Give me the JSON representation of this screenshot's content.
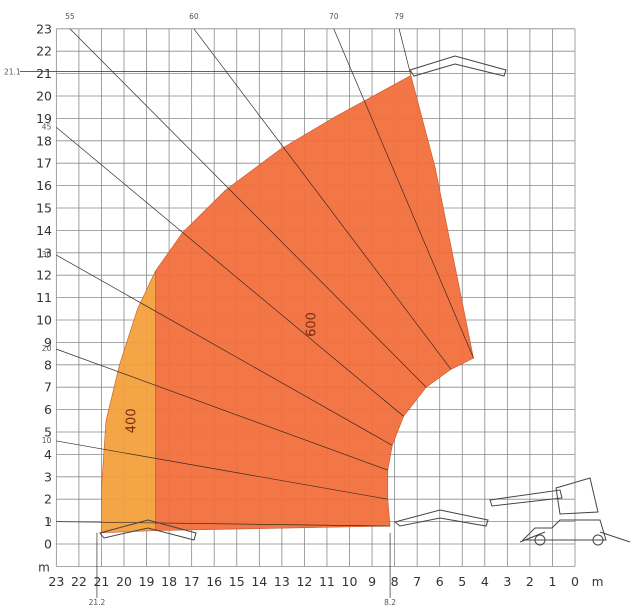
{
  "chart_data": {
    "type": "area",
    "title": "",
    "xlabel": "m",
    "ylabel": "m",
    "xlim": [
      23,
      0
    ],
    "ylim": [
      -1,
      23
    ],
    "x_reversed": true,
    "grid": true,
    "x_ticks": [
      23,
      22,
      21,
      20,
      19,
      18,
      17,
      16,
      15,
      14,
      13,
      12,
      11,
      10,
      9,
      8,
      7,
      6,
      5,
      4,
      3,
      2,
      1,
      0
    ],
    "y_ticks": [
      0,
      1,
      2,
      3,
      4,
      5,
      6,
      7,
      8,
      9,
      10,
      11,
      12,
      13,
      14,
      15,
      16,
      17,
      18,
      19,
      20,
      21,
      22,
      23
    ],
    "x_unit_label": "m",
    "y_unit_label": "m",
    "zones": [
      {
        "name": "400",
        "color": "#f3a03c",
        "outline": [
          [
            21.0,
            0.5
          ],
          [
            21.0,
            1.0
          ],
          [
            21.0,
            2.5
          ],
          [
            20.8,
            5.5
          ],
          [
            20.2,
            8.0
          ],
          [
            19.4,
            10.5
          ],
          [
            18.6,
            12.2
          ],
          [
            18.6,
            0.6
          ]
        ]
      },
      {
        "name": "600",
        "color": "#f26f3c",
        "outline": [
          [
            18.6,
            0.6
          ],
          [
            18.6,
            12.2
          ],
          [
            17.4,
            13.9
          ],
          [
            15.5,
            15.8
          ],
          [
            13.1,
            17.6
          ],
          [
            10.6,
            19.1
          ],
          [
            8.4,
            20.3
          ],
          [
            7.3,
            20.9
          ],
          [
            7.3,
            21.0
          ],
          [
            6.2,
            16.8
          ],
          [
            4.5,
            8.3
          ],
          [
            5.5,
            7.8
          ],
          [
            6.6,
            7.0
          ],
          [
            7.6,
            5.7
          ],
          [
            8.1,
            4.4
          ],
          [
            8.3,
            3.3
          ],
          [
            8.3,
            2.0
          ],
          [
            8.2,
            0.8
          ]
        ]
      }
    ],
    "angle_lines": [
      {
        "label": "79",
        "from": [
          7.3,
          21.0
        ],
        "to": [
          7.8,
          23.0
        ]
      },
      {
        "label": "70",
        "from": [
          4.5,
          8.3
        ],
        "to": [
          10.7,
          23.0
        ]
      },
      {
        "label": "60",
        "from": [
          5.5,
          7.8
        ],
        "to": [
          16.9,
          23.0
        ]
      },
      {
        "label": "55",
        "from": [
          6.6,
          7.0
        ],
        "to": [
          22.4,
          23.0
        ]
      },
      {
        "label": "45",
        "from": [
          7.6,
          5.7
        ],
        "to": [
          23.0,
          18.6
        ]
      },
      {
        "label": "30",
        "from": [
          8.1,
          4.4
        ],
        "to": [
          23.0,
          12.9
        ]
      },
      {
        "label": "20",
        "from": [
          8.3,
          3.3
        ],
        "to": [
          23.0,
          8.7
        ]
      },
      {
        "label": "10",
        "from": [
          8.3,
          2.0
        ],
        "to": [
          23.0,
          4.6
        ]
      },
      {
        "label": "0",
        "from": [
          8.2,
          0.8
        ],
        "to": [
          23.0,
          1.0
        ]
      }
    ],
    "reference_lines": [
      {
        "label": "21.1",
        "axis": "y",
        "value": 21.1
      },
      {
        "label": "21.2",
        "axis": "x",
        "value": 21.2
      },
      {
        "label": "8.2",
        "axis": "x",
        "value": 8.2
      }
    ],
    "colors": {
      "zone_400": "#f3a03c",
      "zone_600": "#f26f3c",
      "grid": "#8a8a8a",
      "lines": "#3a2a20"
    }
  }
}
